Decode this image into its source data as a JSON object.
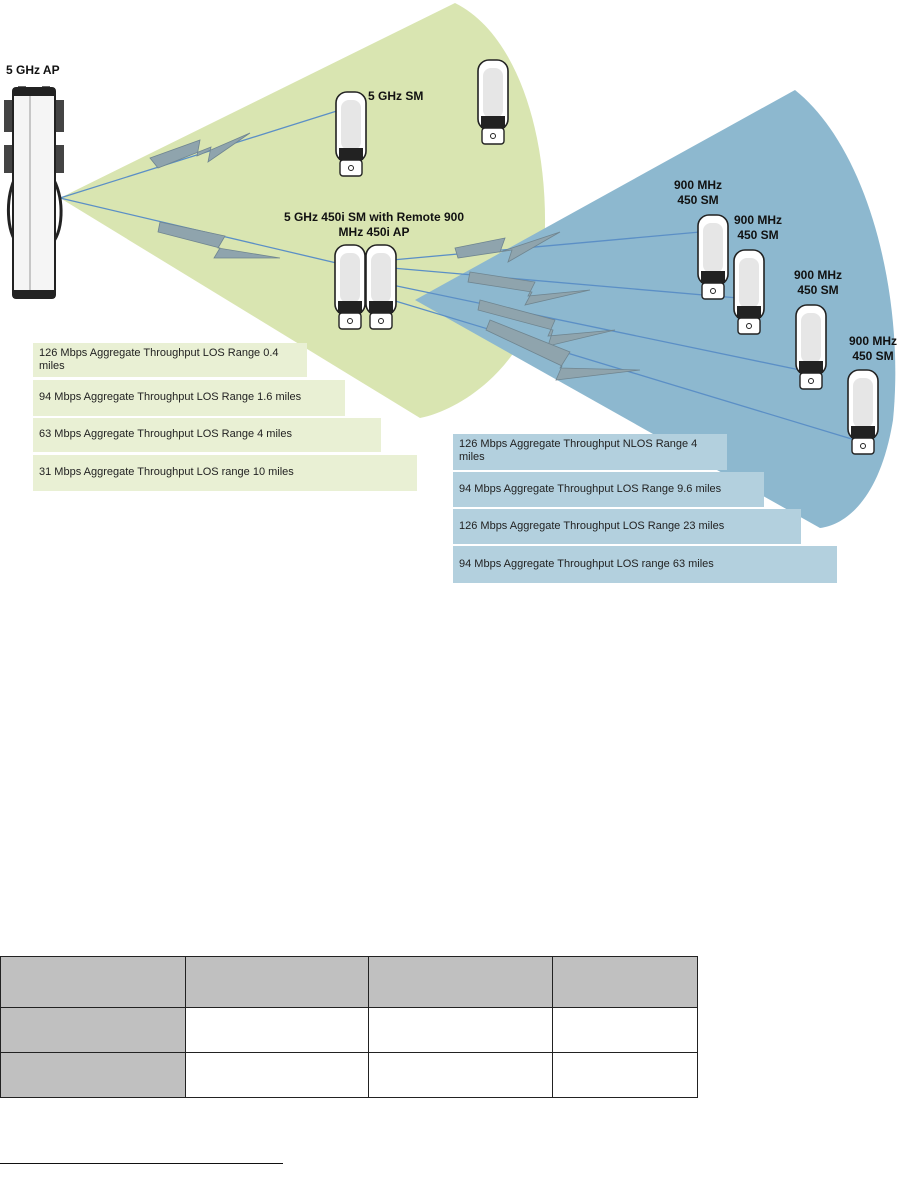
{
  "diagram": {
    "ap_label": "5 GHz AP",
    "sm_label": "5 GHz SM",
    "relay_label_line1": "5 GHz 450i SM with Remote 900",
    "relay_label_line2": "MHz 450i AP",
    "remote_sm_label_line1": "900 MHz",
    "remote_sm_label_line2": "450 SM",
    "colors": {
      "green_coverage": "#d9e5b1",
      "blue_coverage": "#8db8cf",
      "green_box": "#e9f0d4",
      "blue_box": "#b3d0de",
      "link_line": "#5b8fc6",
      "bolt": "#8fa4ad"
    },
    "green_boxes": [
      "126 Mbps Aggregate Throughput LOS Range 0.4 miles",
      "94 Mbps Aggregate Throughput LOS Range 1.6 miles",
      "63 Mbps Aggregate Throughput LOS Range 4 miles",
      "31 Mbps Aggregate Throughput LOS range 10 miles"
    ],
    "blue_boxes": [
      "126 Mbps Aggregate Throughput NLOS Range 4 miles",
      "94 Mbps Aggregate Throughput LOS Range 9.6 miles",
      "126 Mbps Aggregate Throughput LOS Range 23 miles",
      "94 Mbps Aggregate Throughput LOS range 63 miles"
    ]
  },
  "table": {
    "header": [
      "",
      "",
      "",
      ""
    ],
    "rows": [
      [
        "",
        "",
        "",
        ""
      ],
      [
        "",
        "",
        "",
        ""
      ]
    ]
  }
}
